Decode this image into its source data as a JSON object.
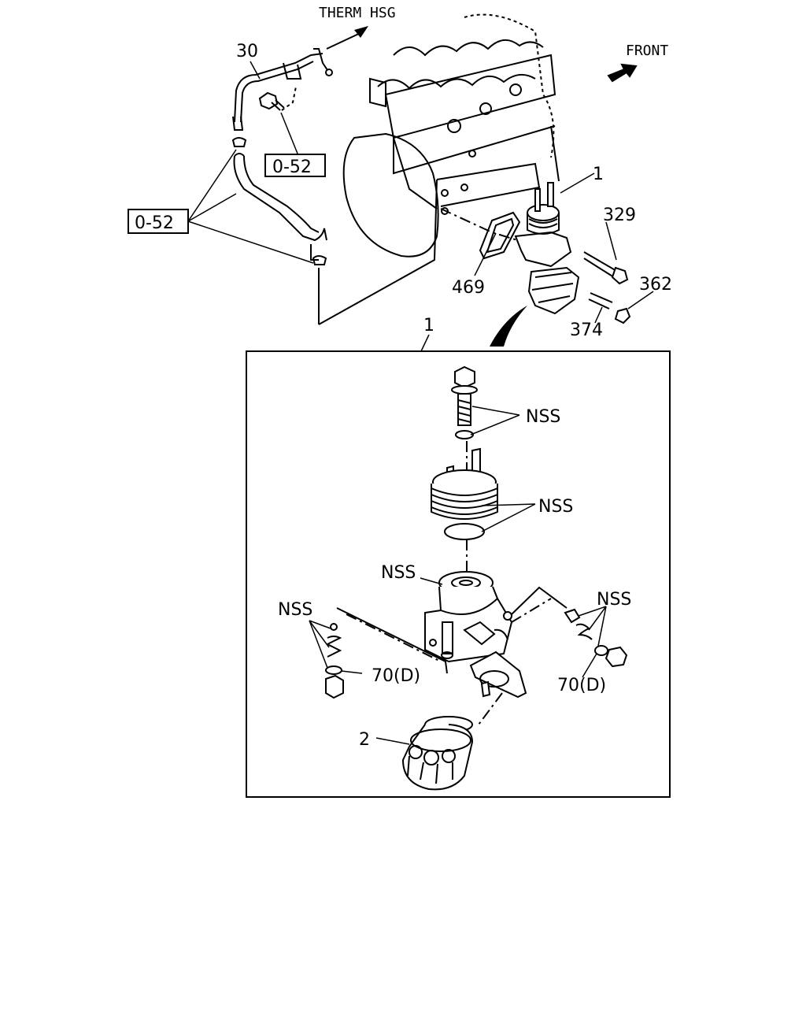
{
  "labels": {
    "therm_hsg": "THERM HSG",
    "front": "FRONT",
    "part_30": "30",
    "ref_052_upper": "0-52",
    "ref_052_left": "0-52",
    "part_1_upper": "1",
    "part_329": "329",
    "part_362": "362",
    "part_469": "469",
    "part_374": "374",
    "part_1_detail": "1",
    "nss_bolt": "NSS",
    "nss_cooler": "NSS",
    "nss_housing": "NSS",
    "nss_left": "NSS",
    "nss_right": "NSS",
    "part_70d_left": "70(D)",
    "part_70d_right": "70(D)",
    "part_2": "2"
  }
}
